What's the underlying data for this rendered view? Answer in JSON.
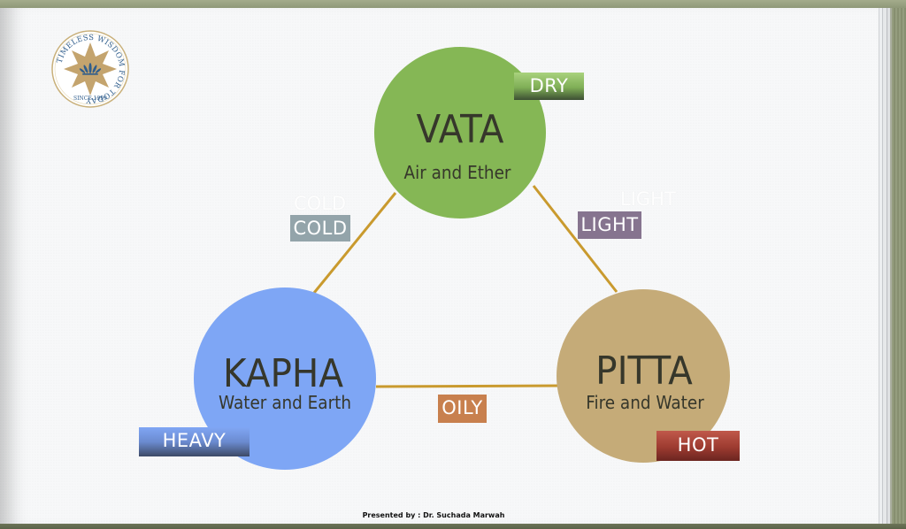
{
  "logo": {
    "ring_text": "TIMELESS WISDOM FOR TODAY",
    "since_text": "SINCE 1999"
  },
  "doshas": {
    "vata": {
      "name": "VATA",
      "elements": "Air and Ether",
      "color": "#85b755"
    },
    "kapha": {
      "name": "KAPHA",
      "elements": "Water and Earth",
      "color": "#7ea6f5"
    },
    "pitta": {
      "name": "PITTA",
      "elements": "Fire and Water",
      "color": "#c5ab78"
    }
  },
  "qualities": {
    "dry": {
      "label": "DRY",
      "color": "#7fae56"
    },
    "cold": {
      "label": "COLD",
      "color": "#93a4aa"
    },
    "light": {
      "label": "LIGHT",
      "color": "#86748f"
    },
    "oily": {
      "label": "OILY",
      "color": "#c8804e"
    },
    "heavy": {
      "label": "HEAVY",
      "color": "#6e8fd6"
    },
    "hot": {
      "label": "HOT",
      "color": "#9d3b30"
    }
  },
  "ghost_labels": {
    "cold": "COLD",
    "light": "LIGHT"
  },
  "connector_color": "#c99a2e",
  "footer": {
    "presenter": "Presented by : Dr. Suchada Marwah"
  }
}
